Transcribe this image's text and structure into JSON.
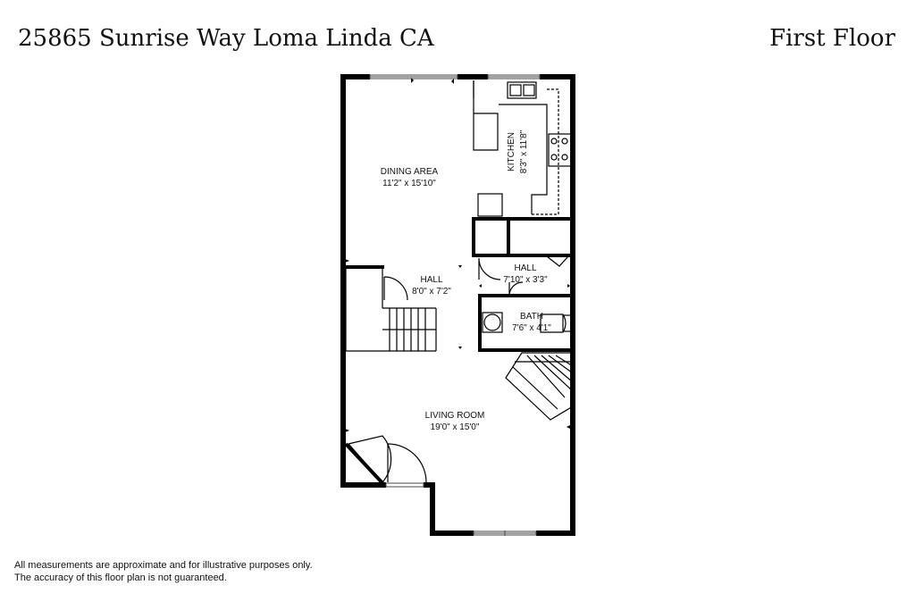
{
  "header": {
    "address": "25865 Sunrise Way Loma Linda CA",
    "floor": "First Floor"
  },
  "rooms": {
    "dining": {
      "name": "DINING AREA",
      "dims": "11'2\" x 15'10\""
    },
    "kitchen": {
      "name": "KITCHEN",
      "dims": "8'3\" x 11'8\""
    },
    "hall_left": {
      "name": "HALL",
      "dims": "8'0\" x 7'2\""
    },
    "hall_right": {
      "name": "HALL",
      "dims": "7'10\" x 3'3\""
    },
    "bath": {
      "name": "BATH",
      "dims": "7'6\" x 4'1\""
    },
    "living": {
      "name": "LIVING ROOM",
      "dims": "19'0\" x 15'0\""
    }
  },
  "disclaimer": {
    "line1": "All measurements are approximate and for illustrative purposes only.",
    "line2": "The accuracy of this floor plan is not guaranteed."
  }
}
